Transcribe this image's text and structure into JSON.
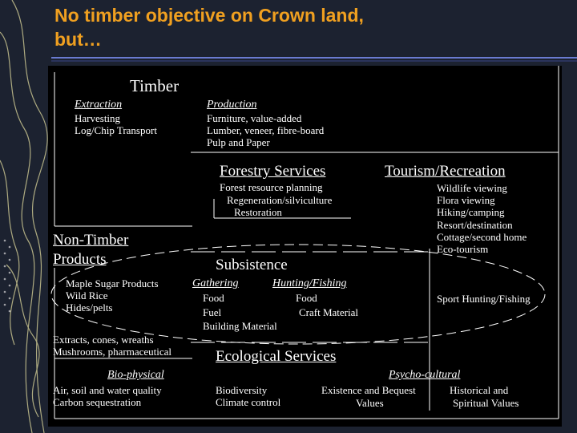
{
  "title": {
    "line1": "No timber objective on Crown land,",
    "line2": "but…"
  },
  "colors": {
    "title": "#f0a020",
    "panel": "#000000",
    "text": "#ffffff",
    "background": "#1c2230"
  },
  "diagram": {
    "timber": {
      "heading": "Timber",
      "extraction": {
        "heading": "Extraction",
        "items": [
          "Harvesting",
          "Log/Chip Transport"
        ]
      },
      "production": {
        "heading": "Production",
        "items": [
          "Furniture, value-added",
          "Lumber, veneer, fibre-board",
          "Pulp and Paper"
        ]
      }
    },
    "forestry_services": {
      "heading": "Forestry Services",
      "items": [
        "Forest resource planning",
        "Regeneration/silviculture",
        "Restoration"
      ]
    },
    "tourism": {
      "heading": "Tourism/Recreation",
      "items": [
        "Wildlife viewing",
        "Flora viewing",
        "Hiking/camping",
        "Resort/destination",
        "Cottage/second home",
        "Eco-tourism"
      ],
      "extra": "Sport Hunting/Fishing"
    },
    "non_timber": {
      "heading_line1": "Non-Timber",
      "heading_line2": "Products",
      "items": [
        "Maple Sugar Products",
        "Wild Rice",
        "Hides/pelts"
      ],
      "extra_items": [
        "Extracts, cones, wreaths",
        "Mushrooms, pharmaceutical"
      ]
    },
    "subsistence": {
      "heading": "Subsistence",
      "gathering": {
        "heading": "Gathering",
        "items": [
          "Food",
          "Fuel",
          "Building Material"
        ]
      },
      "hunting": {
        "heading": "Hunting/Fishing",
        "items": [
          "Food",
          "Craft Material"
        ]
      }
    },
    "ecological": {
      "heading": "Ecological Services",
      "biophysical": {
        "heading": "Bio-physical",
        "items": [
          "Air, soil and water quality",
          "Carbon sequestration"
        ],
        "items2": [
          "Biodiversity",
          "Climate control"
        ]
      },
      "psychocultural": {
        "heading": "Psycho-cultural",
        "existence": [
          "Existence and Bequest",
          "Values"
        ],
        "historical": [
          "Historical  and",
          "Spiritual Values"
        ]
      }
    }
  }
}
